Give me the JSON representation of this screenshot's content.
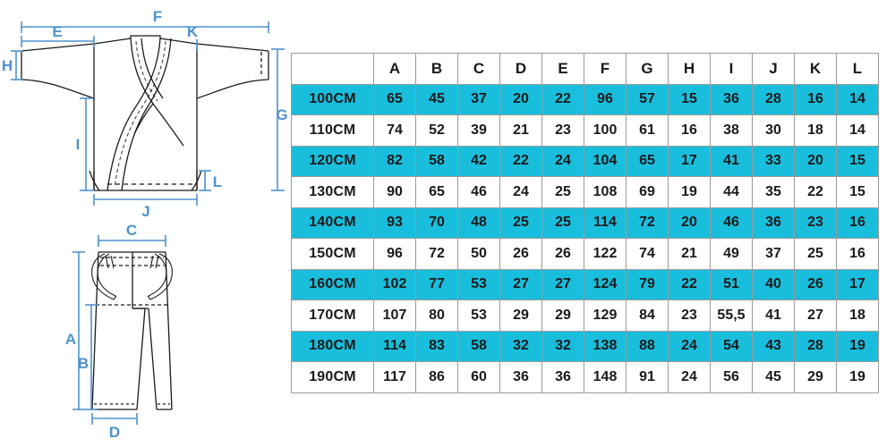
{
  "meta": {
    "title": "Martial arts uniform size chart",
    "accent_cyan": "#19bedd",
    "accent_blue": "#4e92ce",
    "line_color": "#1a1a1a",
    "border_color": "#9a9a9a"
  },
  "diagrams": {
    "jacket": {
      "name": "jacket-diagram",
      "dimension_labels": [
        "F",
        "E",
        "K",
        "H",
        "G",
        "I",
        "L",
        "J"
      ]
    },
    "pants": {
      "name": "pants-diagram",
      "dimension_labels": [
        "C",
        "A",
        "B",
        "D"
      ]
    },
    "labels": {
      "A": "A",
      "B": "B",
      "C": "C",
      "D": "D",
      "E": "E",
      "F": "F",
      "G": "G",
      "H": "H",
      "I": "I",
      "J": "J",
      "K": "K",
      "L": "L"
    }
  },
  "chart_data": {
    "type": "table",
    "title": "",
    "corner_header": "",
    "columns": [
      "A",
      "B",
      "C",
      "D",
      "E",
      "F",
      "G",
      "H",
      "I",
      "J",
      "K",
      "L"
    ],
    "row_labels": [
      "100CM",
      "110CM",
      "120CM",
      "130CM",
      "140CM",
      "150CM",
      "160CM",
      "170CM",
      "180CM",
      "190CM"
    ],
    "rows": [
      {
        "label": "100CM",
        "highlight": true,
        "values": [
          "65",
          "45",
          "37",
          "20",
          "22",
          "96",
          "57",
          "15",
          "36",
          "28",
          "16",
          "14"
        ]
      },
      {
        "label": "110CM",
        "highlight": false,
        "values": [
          "74",
          "52",
          "39",
          "21",
          "23",
          "100",
          "61",
          "16",
          "38",
          "30",
          "18",
          "14"
        ]
      },
      {
        "label": "120CM",
        "highlight": true,
        "values": [
          "82",
          "58",
          "42",
          "22",
          "24",
          "104",
          "65",
          "17",
          "41",
          "33",
          "20",
          "15"
        ]
      },
      {
        "label": "130CM",
        "highlight": false,
        "values": [
          "90",
          "65",
          "46",
          "24",
          "25",
          "108",
          "69",
          "19",
          "44",
          "35",
          "22",
          "15"
        ]
      },
      {
        "label": "140CM",
        "highlight": true,
        "values": [
          "93",
          "70",
          "48",
          "25",
          "25",
          "114",
          "72",
          "20",
          "46",
          "36",
          "23",
          "16"
        ]
      },
      {
        "label": "150CM",
        "highlight": false,
        "values": [
          "96",
          "72",
          "50",
          "26",
          "26",
          "122",
          "74",
          "21",
          "49",
          "37",
          "25",
          "16"
        ]
      },
      {
        "label": "160CM",
        "highlight": true,
        "values": [
          "102",
          "77",
          "53",
          "27",
          "27",
          "124",
          "79",
          "22",
          "51",
          "40",
          "26",
          "17"
        ]
      },
      {
        "label": "170CM",
        "highlight": false,
        "values": [
          "107",
          "80",
          "53",
          "29",
          "29",
          "129",
          "84",
          "23",
          "55,5",
          "41",
          "27",
          "18"
        ]
      },
      {
        "label": "180CM",
        "highlight": true,
        "values": [
          "114",
          "83",
          "58",
          "32",
          "32",
          "138",
          "88",
          "24",
          "54",
          "43",
          "28",
          "19"
        ]
      },
      {
        "label": "190CM",
        "highlight": false,
        "values": [
          "117",
          "86",
          "60",
          "36",
          "36",
          "148",
          "91",
          "24",
          "56",
          "45",
          "29",
          "19"
        ]
      }
    ]
  }
}
